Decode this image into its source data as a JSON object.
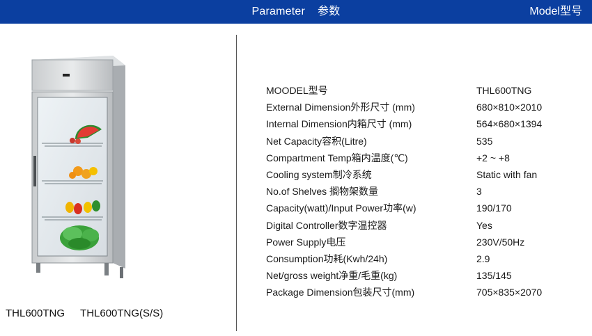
{
  "header": {
    "title_en": "Parameter",
    "title_zh": "参数",
    "model_label": "Model型号"
  },
  "caption": {
    "model_a": "THL600TNG",
    "model_b": "THL600TNG(S/S)"
  },
  "specs": [
    {
      "label": "MOODEL型号",
      "value": "THL600TNG"
    },
    {
      "label": "External Dimension外形尺寸 (mm)",
      "value": "680×810×2010"
    },
    {
      "label": "Internal Dimension内箱尺寸 (mm)",
      "value": "564×680×1394"
    },
    {
      "label": "Net Capacity容积(Litre)",
      "value": "535"
    },
    {
      "label": "Compartment Temp箱内温度(℃)",
      "value": "+2 ~ +8"
    },
    {
      "label": "Cooling system制冷系统",
      "value": "Static with fan"
    },
    {
      "label": "No.of Shelves 搁物架数量",
      "value": "3"
    },
    {
      "label": "Capacity(watt)/Input Power功率(w)",
      "value": "190/170"
    },
    {
      "label": "Digital Controller数字温控器",
      "value": "Yes"
    },
    {
      "label": "Power Supply电压",
      "value": "230V/50Hz"
    },
    {
      "label": "Consumption功耗(Kwh/24h)",
      "value": "2.9"
    },
    {
      "label": "Net/gross weight净重/毛重(kg)",
      "value": "135/145"
    },
    {
      "label": "Package Dimension包装尺寸(mm)",
      "value": "705×835×2070"
    }
  ],
  "colors": {
    "header_bg": "#0b3fa0",
    "header_text": "#ffffff"
  },
  "image": {
    "subject": "glass-door refrigerator with fruits and vegetables on shelves"
  }
}
